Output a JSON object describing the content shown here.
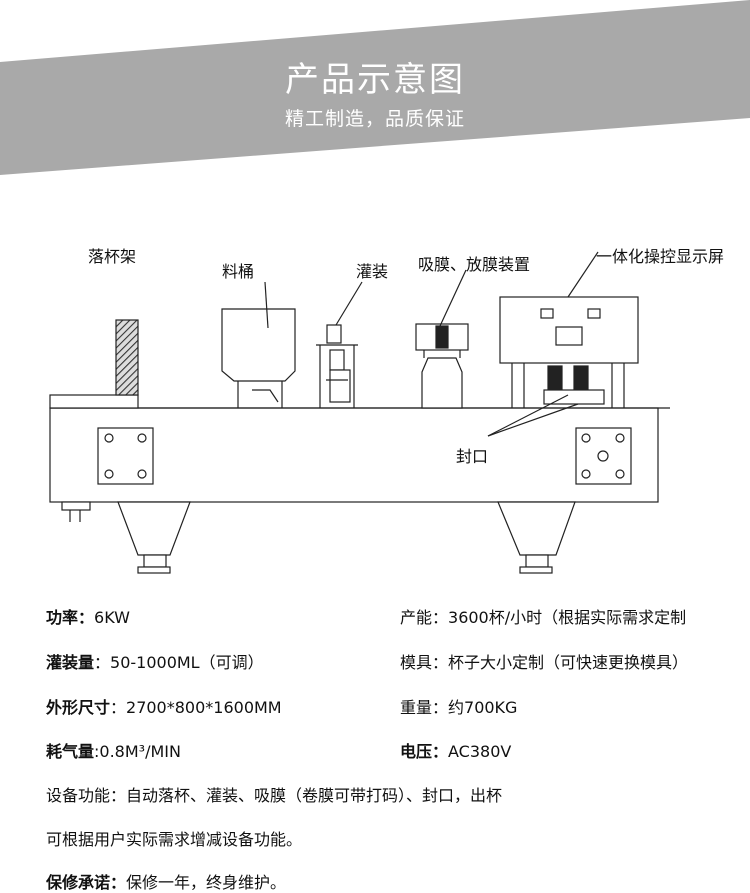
{
  "header": {
    "title": "产品示意图",
    "subtitle": "精工制造，品质保证"
  },
  "diagram": {
    "labels": {
      "cup_rack": "落杯架",
      "hopper": "料桶",
      "filling": "灌装",
      "film": "吸膜、放膜装置",
      "control": "一体化操控显示屏",
      "sealing": "封口"
    }
  },
  "specs": {
    "power": {
      "label": "功率：",
      "value": "6KW"
    },
    "capacity": {
      "label": "产能：",
      "value": "3600杯/小时（根据实际需求定制"
    },
    "fill_volume": {
      "label": "灌装量",
      "value": "：50-1000ML（可调）"
    },
    "mold": {
      "label": "模具：",
      "value": "杯子大小定制（可快速更换模具）"
    },
    "dimensions": {
      "label": "外形尺寸",
      "value": "：2700*800*1600MM"
    },
    "weight": {
      "label": "重量：",
      "value": "约700KG"
    },
    "air": {
      "label": "耗气量",
      "value": ":0.8M³/MIN"
    },
    "voltage": {
      "label": "电压：",
      "value": "AC380V"
    },
    "functions": "设备功能：自动落杯、灌装、吸膜（卷膜可带打码）、封口，出杯",
    "note": "可根据用户实际需求增减设备功能。",
    "warranty": {
      "label": "保修承诺：",
      "value": "保修一年，终身维护。"
    }
  }
}
